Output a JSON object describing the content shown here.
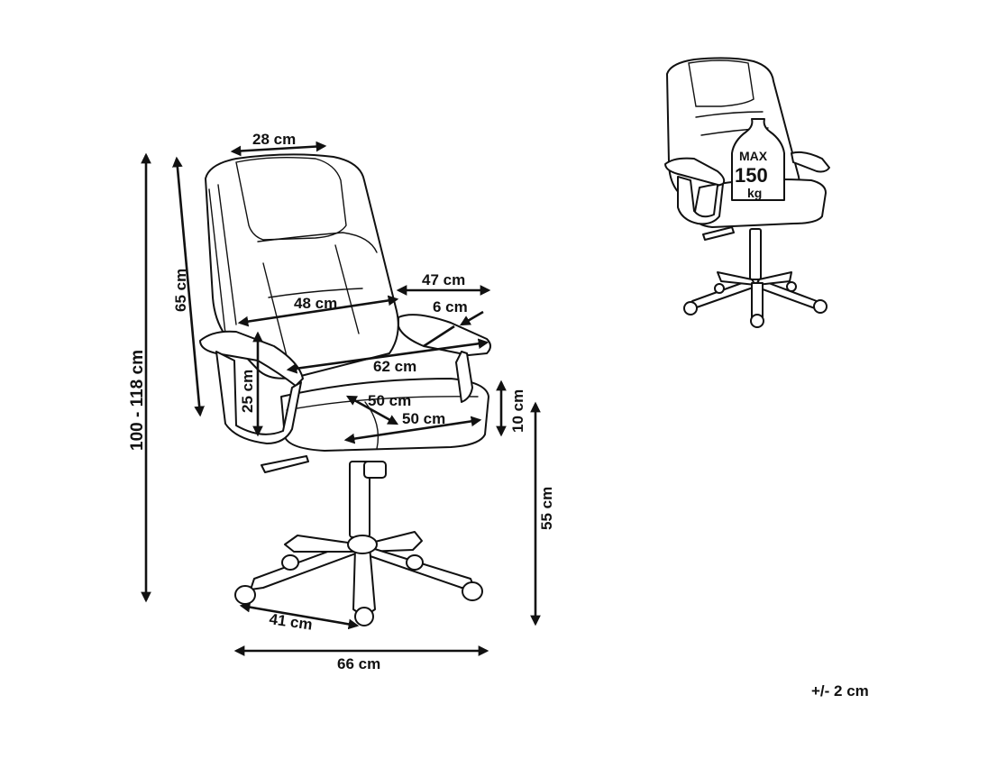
{
  "dimensions": {
    "headrest_width": "28 cm",
    "backrest_height": "65 cm",
    "total_height": "100 - 118 cm",
    "backrest_width": "48 cm",
    "armrest_span": "47 cm",
    "armrest_width": "6 cm",
    "outer_width": "62 cm",
    "armrest_height": "25 cm",
    "seat_depth_inner": "50 cm",
    "seat_width": "50 cm",
    "seat_thickness": "10 cm",
    "seat_height": "55 cm",
    "leg_length": "41 cm",
    "base_width": "66 cm"
  },
  "capacity": {
    "label": "MAX",
    "value": "150",
    "unit": "kg"
  },
  "tolerance": "+/- 2 cm"
}
